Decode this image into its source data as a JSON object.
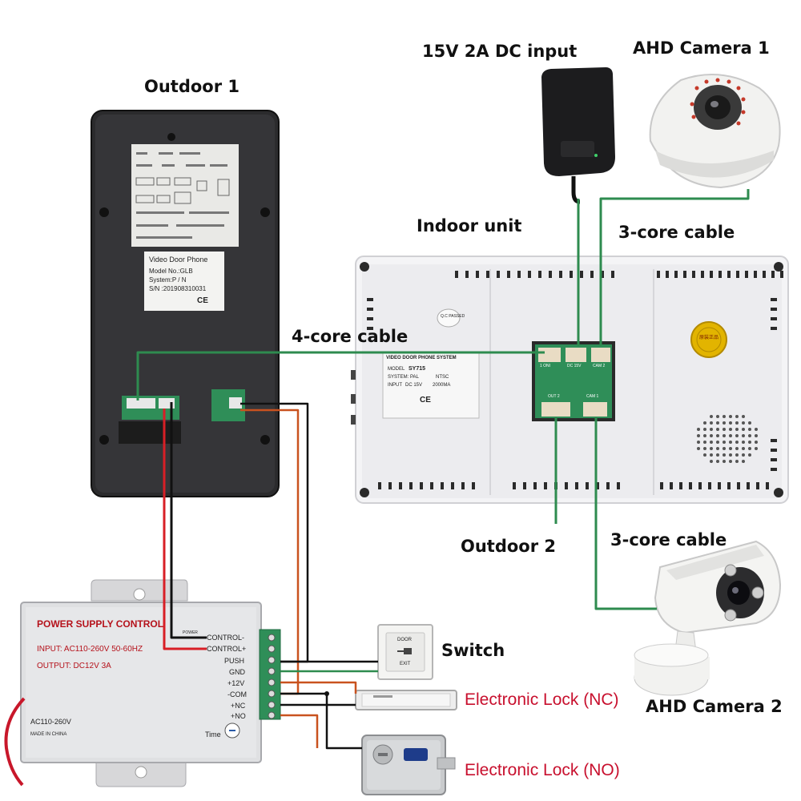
{
  "labels": {
    "outdoor1": "Outdoor  1",
    "power_input": "15V 2A DC  input",
    "camera1": "AHD Camera 1",
    "indoor_unit": "Indoor unit",
    "cable_3core_top": "3-core cable",
    "cable_4core": "4-core cable",
    "outdoor2": "Outdoor 2",
    "cable_3core_bottom": "3-core cable",
    "switch": "Switch",
    "lock_nc": "Electronic Lock (NC)",
    "camera2": "AHD Camera 2",
    "lock_no": "Electronic Lock (NO)"
  },
  "outdoor_sticker": {
    "title": "Video Door Phone",
    "model": "Model No.:GLB",
    "system": "System:P / N",
    "serial": "S/N :201908310031",
    "marks": "CE"
  },
  "indoor_sticker": {
    "title": "VIDEO DOOR PHONE SYSTEM",
    "model_label": "MODEL",
    "model_value": "SY715",
    "system_label": "SYSTEM: PAL",
    "ntsc": "NTSC",
    "input_label": "INPUT",
    "input_value": "DC 15V",
    "current": "2000MA",
    "marks": "CE",
    "seal_text": "原装正品",
    "qc_text": "Q.C PASSED"
  },
  "ports": {
    "top": [
      "1 ONI",
      "DC 15V",
      "CAM 2"
    ],
    "bottom": [
      "OUT 2",
      "CAM 1"
    ]
  },
  "power_supply": {
    "title": "POWER SUPPLY CONTROL",
    "input": "INPUT: AC110-260V 50-60HZ",
    "output": "OUTPUT:  DC12V  3A",
    "ac_label": "AC110-260V",
    "made_in": "MADE IN CHINA",
    "power_led": "POWER",
    "time_label": "Time",
    "terminals": [
      "CONTROL-",
      "CONTROL+",
      "PUSH",
      "GND",
      "+12V",
      "-COM",
      "+NC",
      "+NO"
    ]
  },
  "exit_button": {
    "line1": "DOOR",
    "line2": "EXIT"
  },
  "colors": {
    "green_wire": "#2e8b4f",
    "black_wire": "#111111",
    "red_wire": "#d81f26",
    "orange_wire": "#c9521f",
    "label_red": "#c8102e"
  }
}
